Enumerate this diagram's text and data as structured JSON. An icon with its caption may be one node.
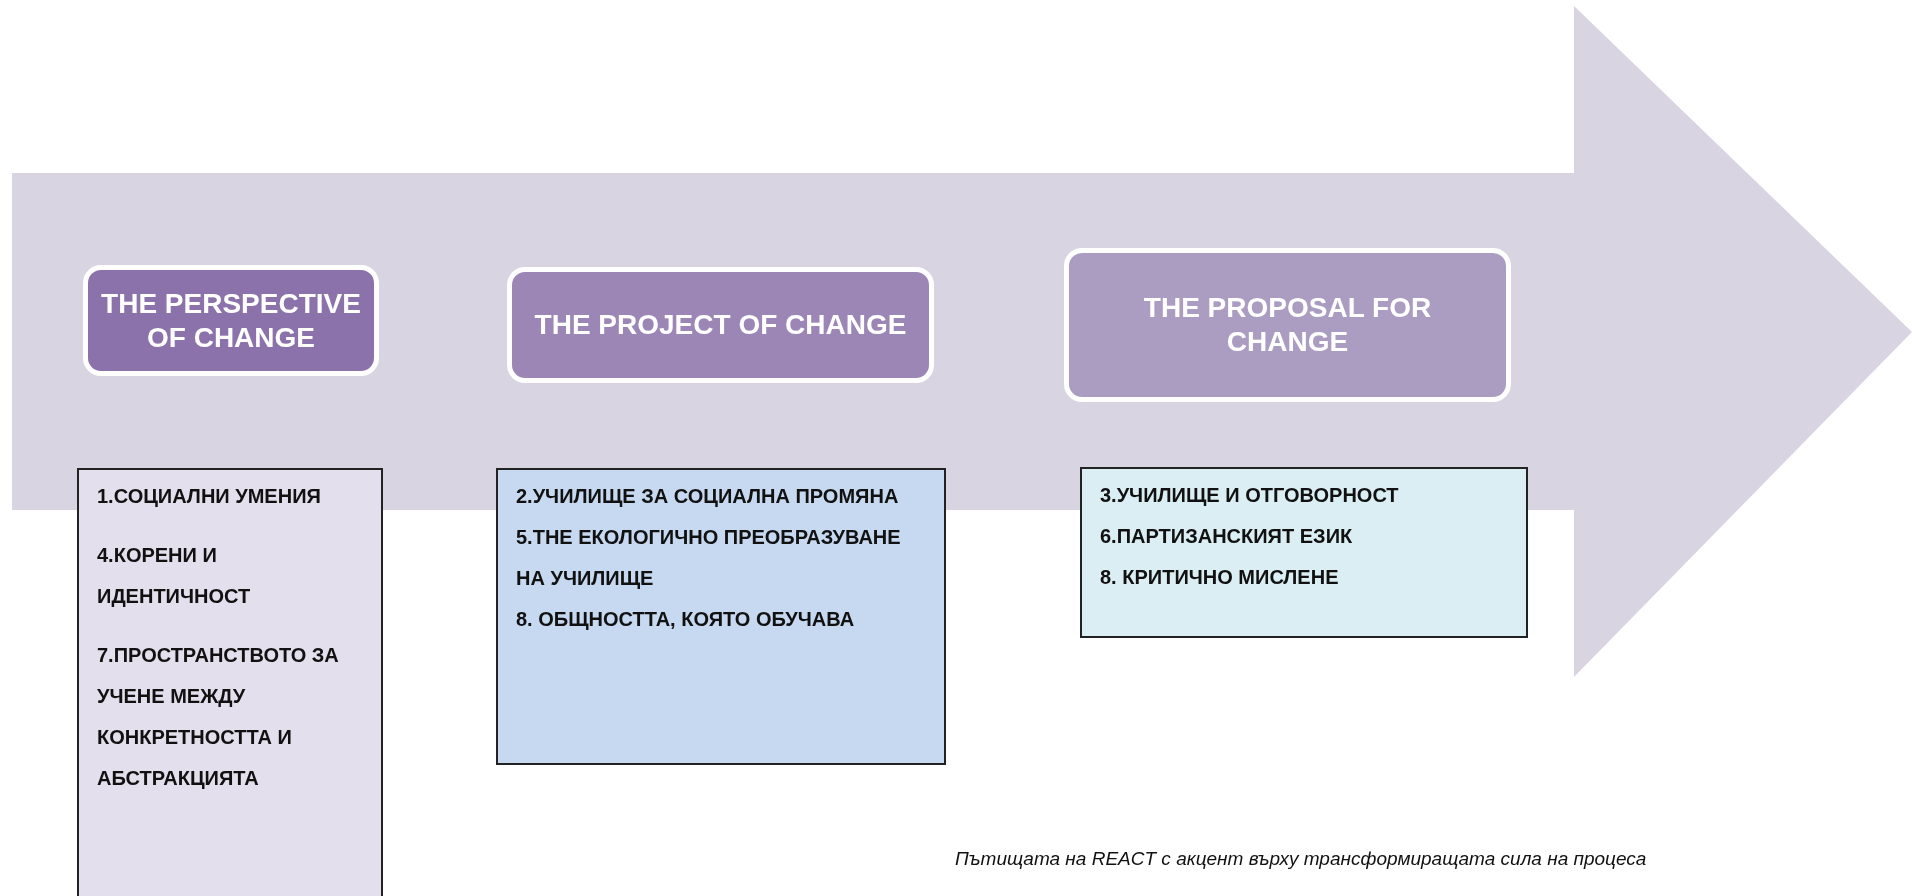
{
  "diagram": {
    "caption": "Пътищата на REACT с акцент върху трансформиращата сила на процеса",
    "nodes": [
      {
        "text": [
          "THE PERSPECTIVE OF CHANGE"
        ]
      },
      {
        "text": [
          "THE PROJECT OF CHANGE"
        ]
      },
      {
        "text": [
          "THE PROPOSAL FOR CHANGE"
        ]
      },
      {
        "text": [
          "1.СОЦИАЛНИ УМЕНИЯ",
          "4.КОРЕНИ И ИДЕНТИЧНОСТ",
          "7.ПРОСТРАНСТВОТО ЗА УЧЕНЕ МЕЖДУ КОНКРЕТНОСТТА И АБСТРАКЦИЯТА"
        ]
      },
      {
        "text": [
          "2.УЧИЛИЩЕ ЗА СОЦИАЛНА ПРОМЯНА",
          "5.THE ЕКОЛОГИЧНО ПРЕОБРАЗУВАНЕ НА УЧИЛИЩЕ",
          "8. ОБЩНОСТТА, КОЯТО ОБУЧАВА"
        ]
      },
      {
        "text": [
          "3.УЧИЛИЩЕ И ОТГОВОРНОСТ",
          "6.ПАРТИЗАНСКИЯТ ЕЗИК",
          "8. КРИТИЧНО МИСЛЕНЕ"
        ]
      }
    ],
    "edges": []
  }
}
